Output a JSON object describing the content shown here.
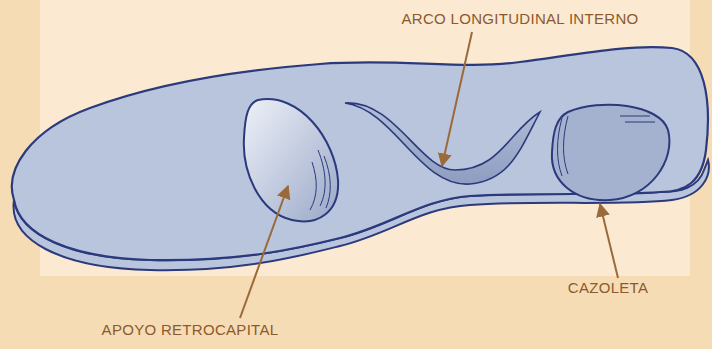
{
  "diagram": {
    "labels": [
      "ARCO LONGITUDINAL INTERNO",
      "APOYO RETROCAPITAL",
      "CAZOLETA"
    ]
  }
}
